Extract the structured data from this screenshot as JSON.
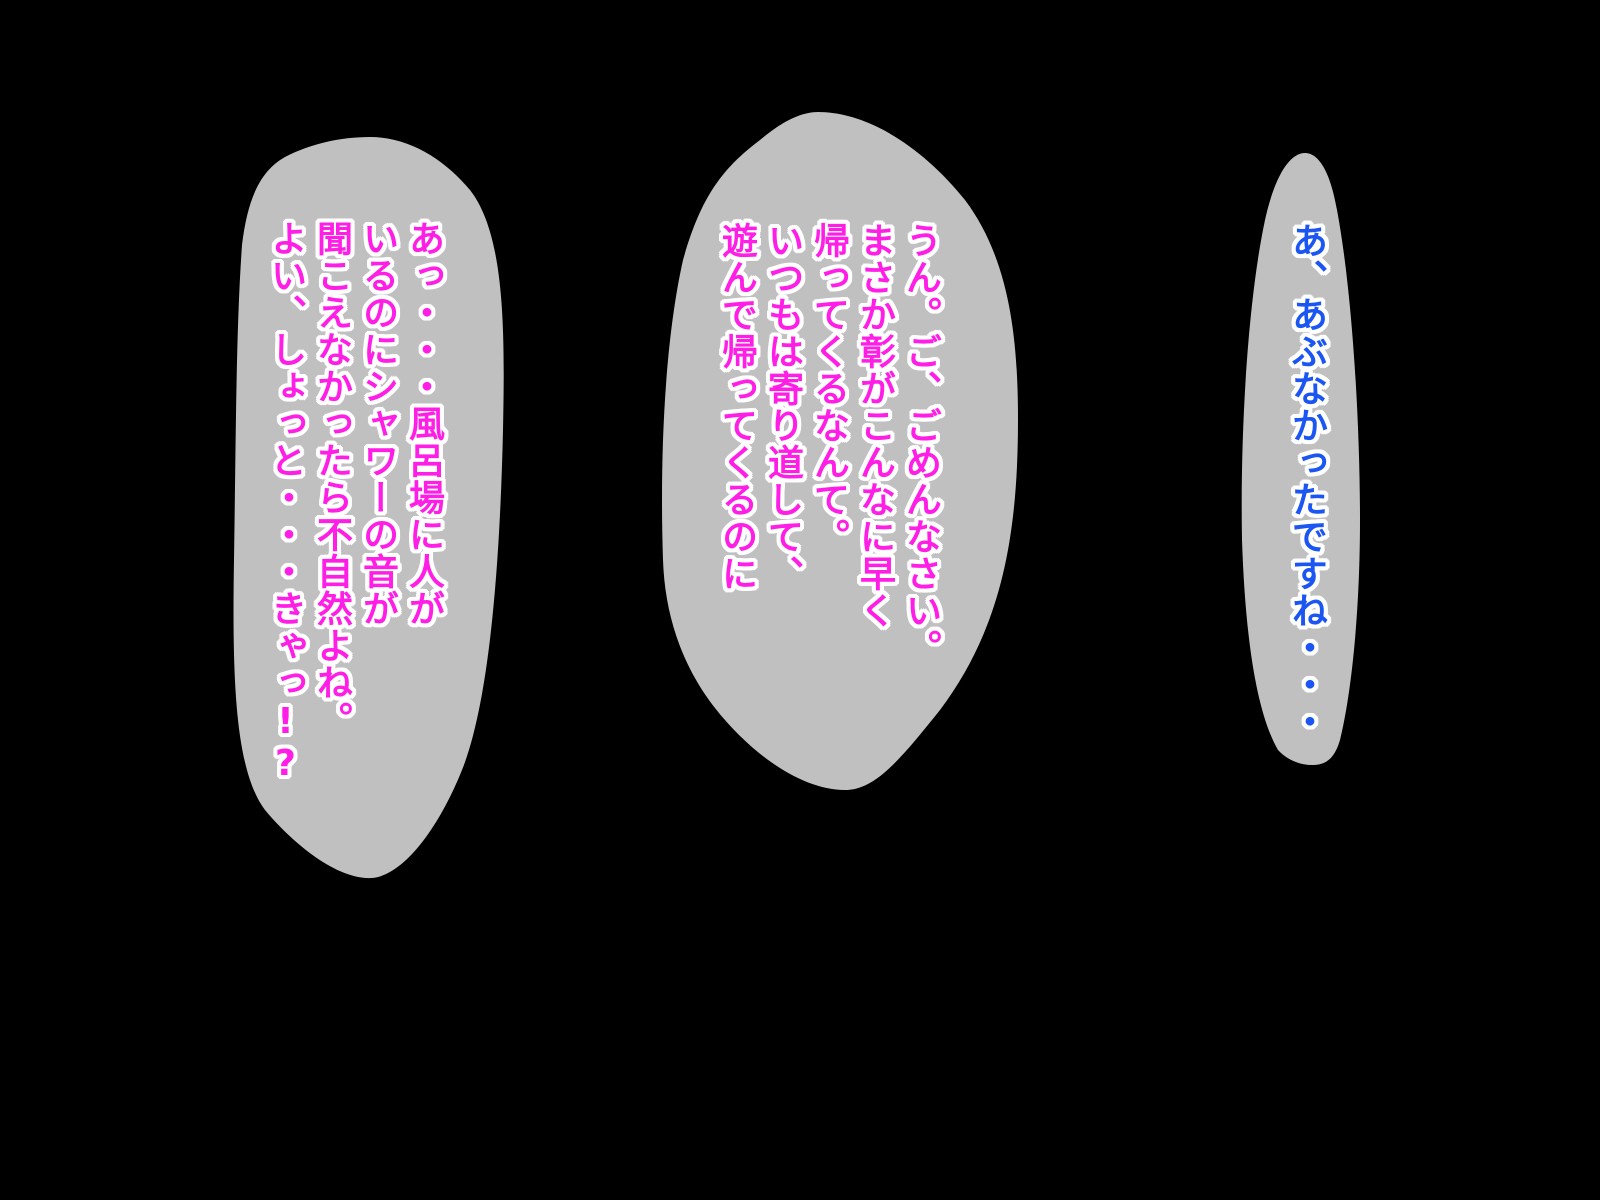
{
  "background_color": "#000000",
  "bubble_color": "#c0c0c0",
  "text_outline_color": "#ffffff",
  "bubbles": {
    "left": {
      "text_color": "#ff1ee6",
      "lines": [
        "あっ・・・風呂場に人が",
        "いるのにシャワーの音が",
        "聞こえなかったら不自然よね。",
        "よい、しょっと・・・きゃっ!?"
      ]
    },
    "middle": {
      "text_color": "#ff1ee6",
      "lines": [
        "うん。ご、ごめんなさい。",
        "まさか彰がこんなに早く",
        "帰ってくるなんて。",
        "いつもは寄り道して、",
        "遊んで帰ってくるのに"
      ]
    },
    "right": {
      "text_color": "#1b55f2",
      "lines": [
        "あ、あぶなかったですね・・・"
      ]
    }
  }
}
